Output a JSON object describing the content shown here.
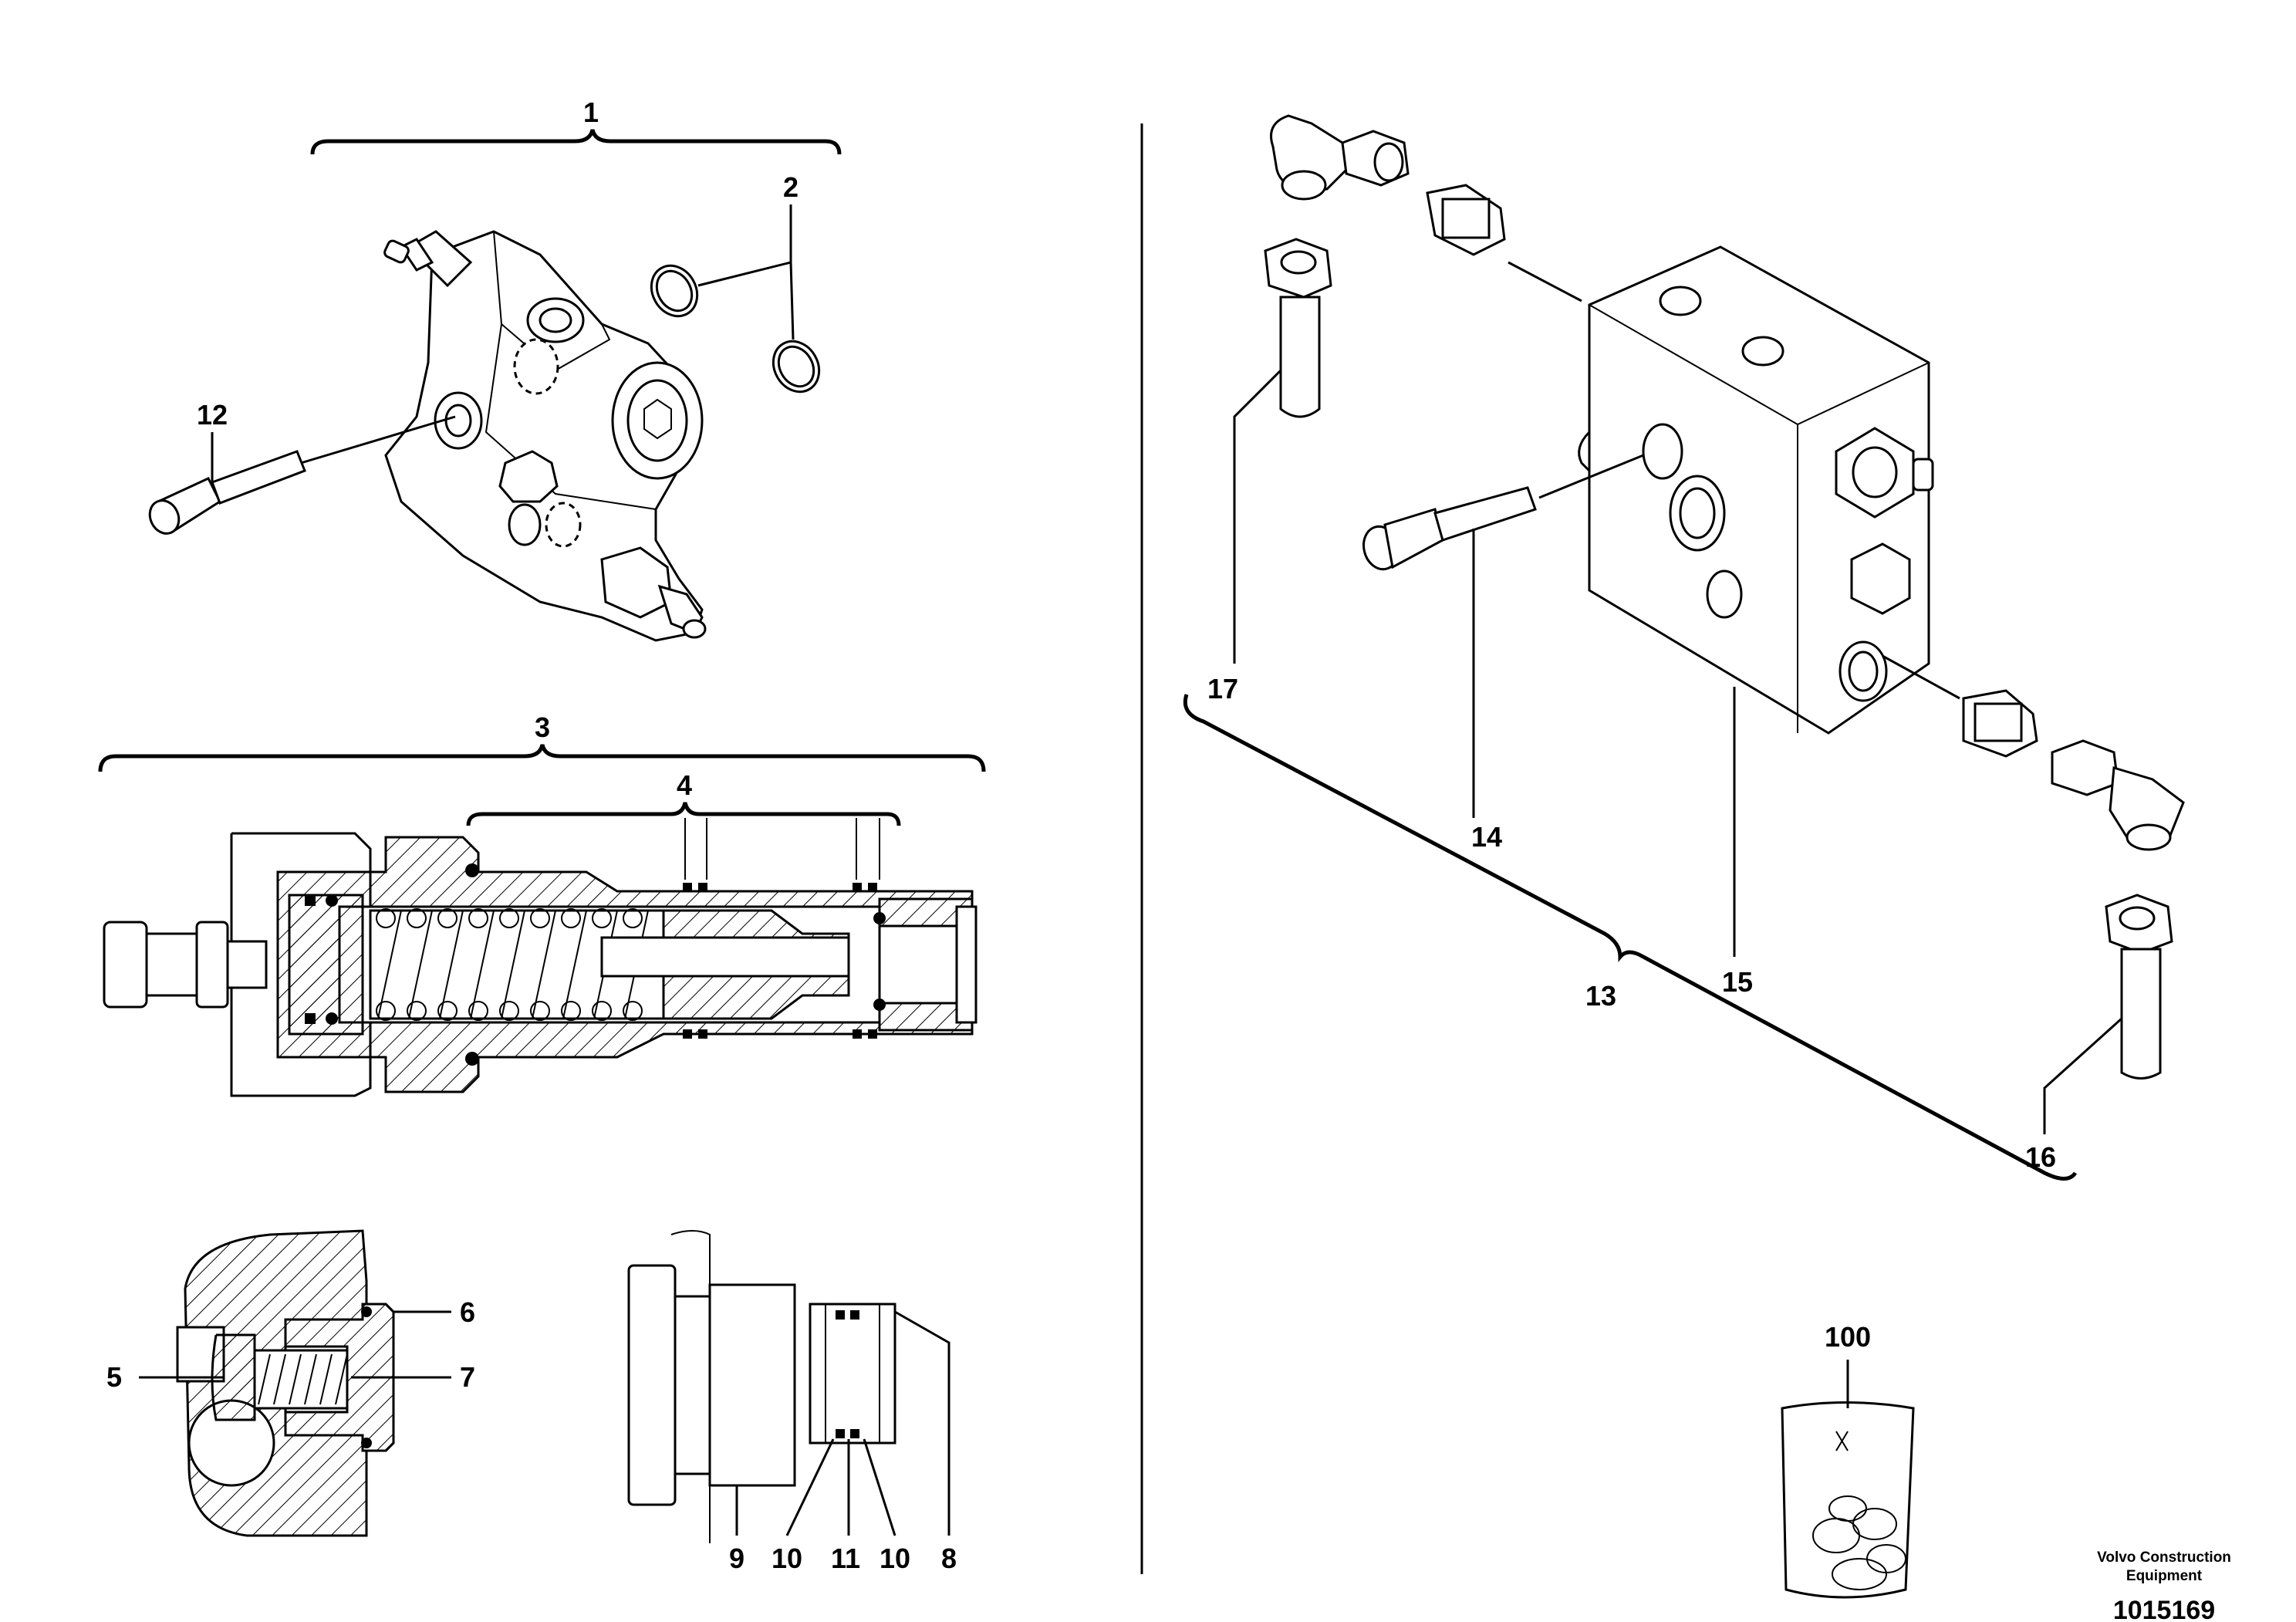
{
  "callouts": {
    "c1": "1",
    "c2": "2",
    "c3": "3",
    "c4": "4",
    "c5": "5",
    "c6": "6",
    "c7": "7",
    "c8": "8",
    "c9": "9",
    "c10a": "10",
    "c11": "11",
    "c10b": "10",
    "c12": "12",
    "c13": "13",
    "c14": "14",
    "c15": "15",
    "c16": "16",
    "c17": "17",
    "c100": "100"
  },
  "brand": {
    "line1": "Volvo Construction",
    "line2": "Equipment"
  },
  "doc_number": "1015169"
}
